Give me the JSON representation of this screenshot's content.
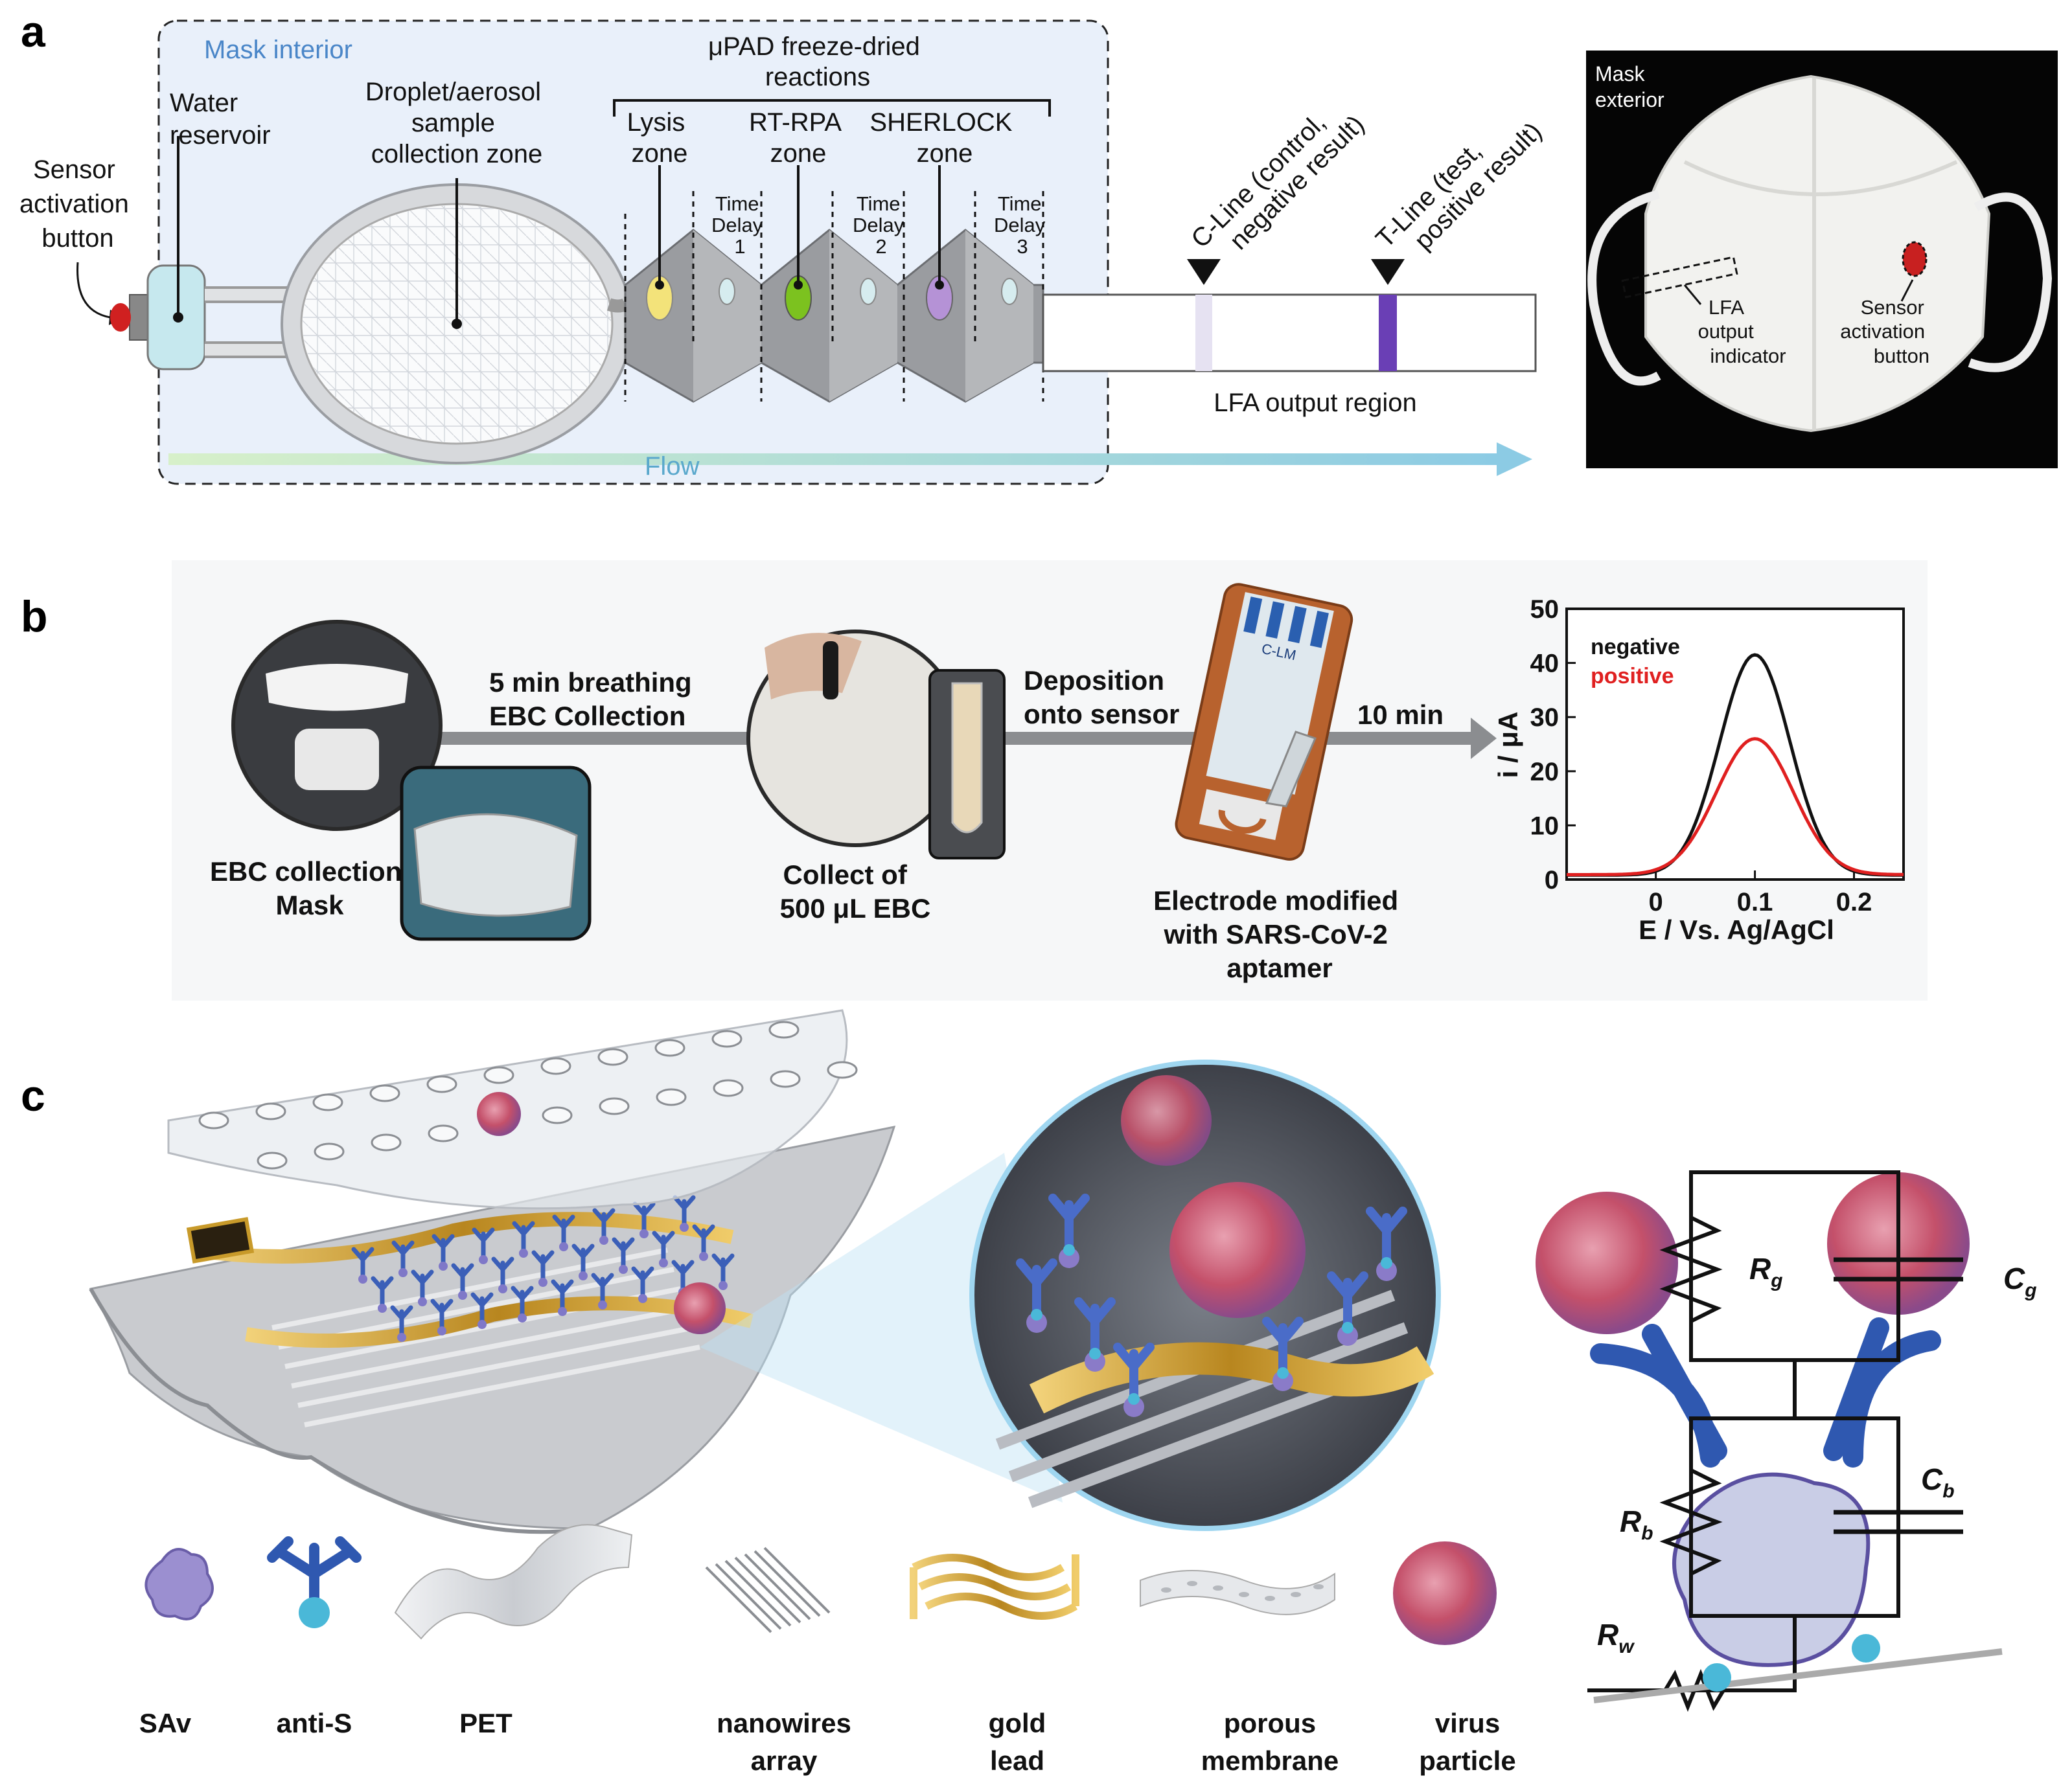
{
  "panels": {
    "a": "a",
    "b": "b",
    "c": "c"
  },
  "panel_a": {
    "mask_interior": "Mask interior",
    "sensor_button": [
      "Sensor",
      "activation",
      "button"
    ],
    "water": [
      "Water",
      "reservoir"
    ],
    "droplet": [
      "Droplet/aerosol",
      "sample",
      "collection zone"
    ],
    "upad": [
      "μPAD freeze-dried",
      "reactions"
    ],
    "lysis": [
      "Lysis",
      "zone"
    ],
    "rtrpa": [
      "RT-RPA",
      "zone"
    ],
    "sherlock": [
      "SHERLOCK",
      "zone"
    ],
    "delay1": [
      "Time",
      "Delay",
      "1"
    ],
    "delay2": [
      "Time",
      "Delay",
      "2"
    ],
    "delay3": [
      "Time",
      "Delay",
      "3"
    ],
    "cline": [
      "C-Line (control,",
      "negative result)"
    ],
    "tline": [
      "T-Line (test,",
      "positive result)"
    ],
    "lfa_region": "LFA output region",
    "flow": "Flow",
    "mask_exterior": [
      "Mask",
      "exterior"
    ],
    "lfa_indicator": [
      "LFA",
      "output",
      "indicator"
    ],
    "photo_sensor": [
      "Sensor",
      "activation",
      "button"
    ]
  },
  "panel_b": {
    "breathing": [
      "5 min breathing",
      "EBC Collection"
    ],
    "ebc_mask": [
      "EBC collection",
      "Mask"
    ],
    "deposition": [
      "Deposition",
      "onto sensor"
    ],
    "ten_min": "10 min",
    "collect": [
      "Collect  of",
      "500 μL EBC"
    ],
    "electrode": [
      "Electrode modified",
      "with SARS-CoV-2",
      "aptamer"
    ],
    "strip_label": "C-LM"
  },
  "chart_data": {
    "type": "line",
    "xlabel": "E / Vs. Ag/AgCl",
    "ylabel": "i / μA",
    "xlim": [
      -0.09,
      0.25
    ],
    "ylim": [
      0,
      50
    ],
    "xticks": [
      0,
      0.1,
      0.2
    ],
    "xtick_labels": [
      "0",
      "0.1",
      "0.2"
    ],
    "yticks": [
      0,
      10,
      20,
      30,
      40,
      50
    ],
    "ytick_labels": [
      "0",
      "10",
      "20",
      "30",
      "40",
      "50"
    ],
    "legend_placement": "top-left",
    "series": [
      {
        "name": "negative",
        "color": "#111111",
        "peak_x": 0.1,
        "peak_y": 41.5,
        "baseline": 0.8,
        "width": 0.05
      },
      {
        "name": "positive",
        "color": "#e02020",
        "peak_x": 0.1,
        "peak_y": 26,
        "baseline": 0.9,
        "width": 0.055
      }
    ]
  },
  "panel_c": {
    "legend": [
      {
        "label": [
          "SAv"
        ]
      },
      {
        "label": [
          "anti-S"
        ]
      },
      {
        "label": [
          "PET"
        ]
      },
      {
        "label": [
          "nanowires",
          "array"
        ]
      },
      {
        "label": [
          "gold",
          "lead"
        ]
      },
      {
        "label": [
          "porous",
          "membrane"
        ]
      },
      {
        "label": [
          "virus",
          "particle"
        ]
      }
    ],
    "circuit": {
      "rg": "R",
      "rg_sub": "g",
      "cg": "C",
      "cg_sub": "g",
      "rb": "R",
      "rb_sub": "b",
      "cb": "C",
      "cb_sub": "b",
      "rw": "R",
      "rw_sub": "w"
    }
  },
  "colors": {
    "mask_bg": "#e9f0fa",
    "lysis": "#f3e37a",
    "rtrpa": "#7cc21f",
    "sherlock": "#b592d6",
    "tline": "#6a3fb5",
    "flow": "#9fd3e6",
    "gold": "#c89a2a",
    "antibody": "#2f58b0",
    "virus": "#c85a6a",
    "sav": "#8a7bc8"
  }
}
